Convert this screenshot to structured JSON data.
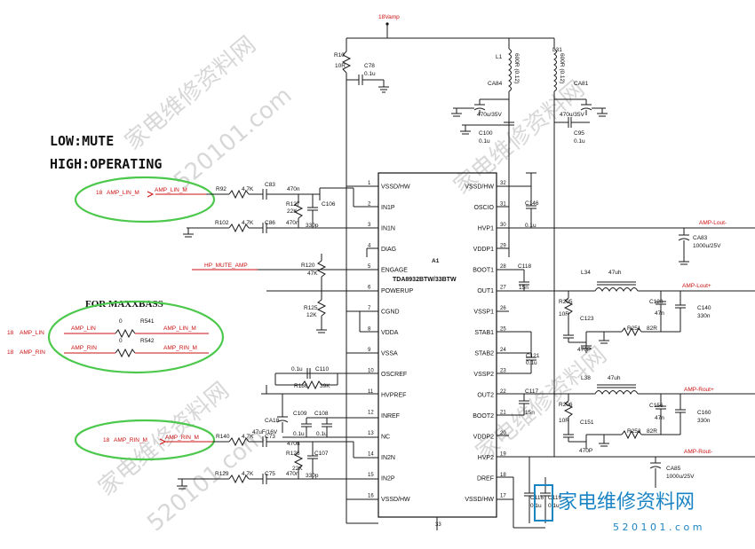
{
  "diagram": {
    "supply_label": "18Vamp",
    "ic": {
      "designator": "A1",
      "part": "TDA8932BTW/33BTW",
      "left_pins": [
        {
          "num": "1",
          "name": "VSSD/HW"
        },
        {
          "num": "2",
          "name": "IN1P"
        },
        {
          "num": "3",
          "name": "IN1N"
        },
        {
          "num": "4",
          "name": "DIAG"
        },
        {
          "num": "5",
          "name": "ENGAGE"
        },
        {
          "num": "6",
          "name": "POWERUP"
        },
        {
          "num": "7",
          "name": "CGND"
        },
        {
          "num": "8",
          "name": "VDDA"
        },
        {
          "num": "9",
          "name": "VSSA"
        },
        {
          "num": "10",
          "name": "OSCREF"
        },
        {
          "num": "11",
          "name": "HVPREF"
        },
        {
          "num": "12",
          "name": "INREF"
        },
        {
          "num": "13",
          "name": "NC"
        },
        {
          "num": "14",
          "name": "IN2N"
        },
        {
          "num": "15",
          "name": "IN2P"
        },
        {
          "num": "16",
          "name": "VSSD/HW"
        }
      ],
      "right_pins": [
        {
          "num": "32",
          "name": "VSSD/HW"
        },
        {
          "num": "31",
          "name": "OSCIO"
        },
        {
          "num": "30",
          "name": "HVP1"
        },
        {
          "num": "29",
          "name": "VDDP1"
        },
        {
          "num": "28",
          "name": "BOOT1"
        },
        {
          "num": "27",
          "name": "OUT1"
        },
        {
          "num": "26",
          "name": "VSSP1"
        },
        {
          "num": "25",
          "name": "STAB1"
        },
        {
          "num": "24",
          "name": "STAB2"
        },
        {
          "num": "23",
          "name": "VSSP2"
        },
        {
          "num": "22",
          "name": "OUT2"
        },
        {
          "num": "21",
          "name": "BOOT2"
        },
        {
          "num": "20",
          "name": "VDDP2"
        },
        {
          "num": "19",
          "name": "HVP2"
        },
        {
          "num": "18",
          "name": "DREF"
        },
        {
          "num": "17",
          "name": "VSSD/HW"
        }
      ],
      "bottom_pin": "33"
    },
    "notes": {
      "low": "LOW:MUTE",
      "high": "HIGH:OPERATING",
      "maxxbass": "FOR MAXXBASS"
    },
    "nets": {
      "amp_lin_m": "AMP_LIN_M",
      "amp_rin_m": "AMP_RIN_M",
      "amp_lin": "AMP_LIN",
      "amp_rin": "AMP_RIN",
      "hp_mute_amp": "HP_MUTE_AMP",
      "amp_lout_minus": "AMP-Lout-",
      "amp_lout_plus": "AMP-Lout+",
      "amp_rout_plus": "AMP-Rout+",
      "amp_rout_minus": "AMP-Rout-",
      "pin18": "18"
    },
    "parts": {
      "r10": "R10",
      "r10_val": "10R",
      "c78": "C78",
      "c78_val": "0.1u",
      "l1": "L1",
      "l31": "L31",
      "l1_val": "600R (0.12)",
      "l31_val": "600R (0.12)",
      "ca84": "CA84",
      "ca84_val": "470u/35V",
      "ca81": "CA81",
      "ca81_val": "470u/35V",
      "c100": "C100",
      "c100_val": "0.1u",
      "c95": "C95",
      "c95_val": "0.1u",
      "r92": "R92",
      "r92_val": "4.7K",
      "c83": "C83",
      "c83_val": "470n",
      "r127": "R127",
      "r127_val": "22K",
      "c106": "C106",
      "c106_val": "330p",
      "r102": "R102",
      "r102_val": "4.7K",
      "c86": "C86",
      "c86_val": "470n",
      "r120": "R120",
      "r120_val": "47K",
      "r125": "R125",
      "r125_val": "12K",
      "r541": "R541",
      "r541_val": "0",
      "r542": "R542",
      "r542_val": "0",
      "c110": "C110",
      "c110_val": "0.1u",
      "r186": "R186",
      "r186_val": "39K",
      "ca18": "CA18",
      "ca18_val": "47uF/16V",
      "c109": "C109",
      "c109_val": "0.1u",
      "c108": "C108",
      "c108_val": "0.1u",
      "r140": "R140",
      "r140_val": "4.7K",
      "c73": "C73",
      "c73_val": "470n",
      "r126": "R126",
      "r126_val": "22K",
      "c107": "C107",
      "c107_val": "330p",
      "r129": "R129",
      "r129_val": "4.7K",
      "c75": "C75",
      "c75_val": "470n",
      "c146": "C146",
      "c146_val": "0.1u",
      "ca83": "CA83",
      "ca83_val": "1000u/25V",
      "c118": "C118",
      "c118_val": "15n",
      "l34": "L34",
      "l34_val": "47uh",
      "r205": "R205",
      "r205_val": "10R",
      "c123": "C123",
      "c123_val": "470P",
      "c128": "C128",
      "c128_val": "47n",
      "c140": "C140",
      "c140_val": "330n",
      "r251": "R251",
      "r251_val": "82R",
      "c121": "C121",
      "c121_val": "0.1u",
      "c117": "C117",
      "c117_val": "15n",
      "l38": "L38",
      "l38_val": "47uh",
      "r206": "R206",
      "r206_val": "10R",
      "c151": "C151",
      "c151_val": "470P",
      "c156": "C156",
      "c156_val": "47n",
      "c160": "C160",
      "c160_val": "330n",
      "r253": "R253",
      "r253_val": "82R",
      "ca85": "CA85",
      "ca85_val": "1000u/25V",
      "c116": "C116",
      "c116_val": "0.1u",
      "c119": "C119",
      "c119_val": "0.1u"
    },
    "watermark": {
      "cn": "家电维修资料网",
      "url": "520101.com",
      "logo_cn": "家电维修资料网",
      "logo_url": "5 2 0 1 0 1 . c o m"
    }
  }
}
